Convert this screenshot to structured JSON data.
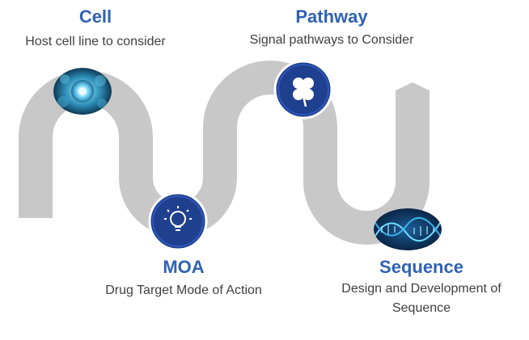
{
  "colors": {
    "road": "#c8c8c8",
    "title": "#2f62b3",
    "text": "#404040",
    "node_fill": "#1f3f8f",
    "node_border": "#ffffff"
  },
  "steps": [
    {
      "title": "Cell",
      "description": "Host cell line to consider",
      "icon": "cell-icon"
    },
    {
      "title": "Pathway",
      "description": "Signal pathways to Consider",
      "icon": "clover-icon"
    },
    {
      "title": "MOA",
      "description": "Drug Target Mode of Action",
      "icon": "lightbulb-icon"
    },
    {
      "title": "Sequence",
      "description": "Design and Development of Sequence",
      "icon": "dna-icon"
    }
  ]
}
